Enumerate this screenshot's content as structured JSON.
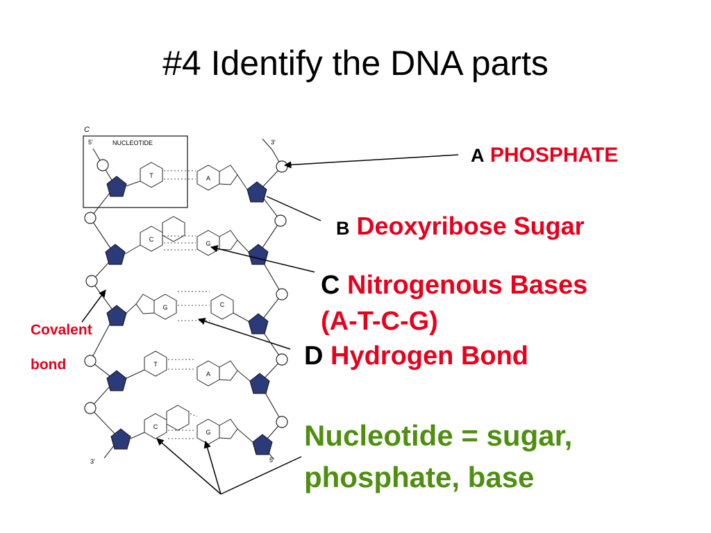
{
  "slide": {
    "title": "#4 Identify the DNA parts"
  },
  "diagram": {
    "panel_letter": "C",
    "nucleotide_box_label": "NUCLEOTIDE",
    "strand_left_top": "5'",
    "strand_right_top": "3'",
    "strand_left_bottom": "3'",
    "strand_right_bottom": "5'",
    "base_pairs": [
      {
        "left": "T",
        "right": "A"
      },
      {
        "left": "C",
        "right": "G"
      },
      {
        "left": "G",
        "right": "C"
      },
      {
        "left": "T",
        "right": "A"
      },
      {
        "left": "C",
        "right": "G"
      }
    ],
    "covalent_label_line1": "Covalent",
    "covalent_label_line2": "bond"
  },
  "labels": {
    "a_letter": "A",
    "a_term": "PHOSPHATE",
    "b_letter": "B",
    "b_term": "Deoxyribose Sugar",
    "c_letter": "C",
    "c_term": "Nitrogenous Bases",
    "c_term_line2": "(A-T-C-G)",
    "d_letter": "D",
    "d_term": "Hydrogen Bond",
    "nucleotide_line1": "Nucleotide = sugar,",
    "nucleotide_line2": "phosphate, base"
  },
  "colors": {
    "term_red": "#e8001c",
    "definition_green": "#4e8f0f",
    "sugar_fill": "#2b3a78"
  }
}
